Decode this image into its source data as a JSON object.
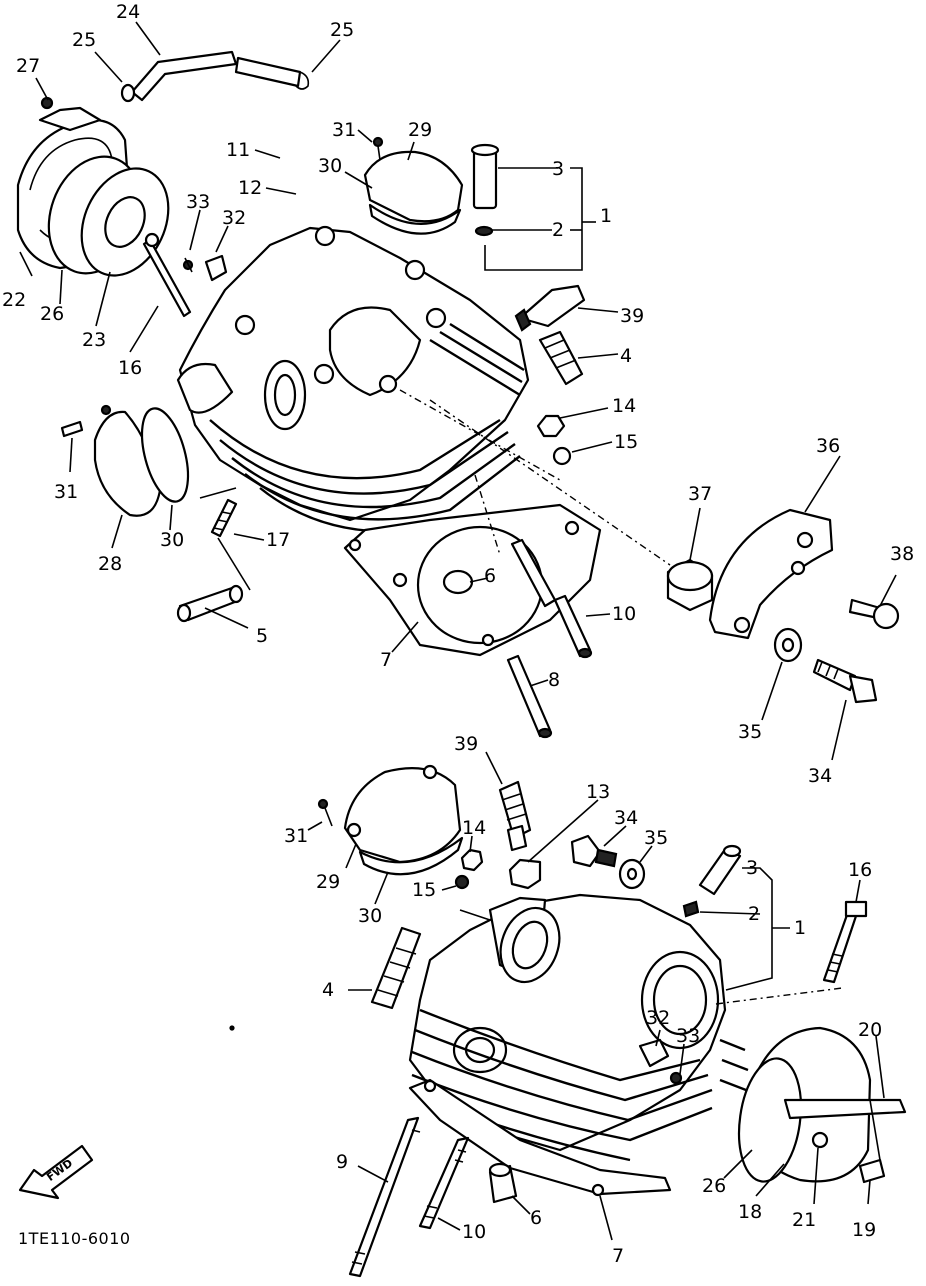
{
  "diagram": {
    "catalog_code": "1TE110-6010",
    "direction_badge": "FWD",
    "callouts_upper": [
      {
        "id": "c24",
        "text": "24"
      },
      {
        "id": "c25a",
        "text": "25"
      },
      {
        "id": "c25b",
        "text": "25"
      },
      {
        "id": "c27",
        "text": "27"
      },
      {
        "id": "c31a",
        "text": "31"
      },
      {
        "id": "c29a",
        "text": "29"
      },
      {
        "id": "c11",
        "text": "11"
      },
      {
        "id": "c30a",
        "text": "30"
      },
      {
        "id": "c3a",
        "text": "3"
      },
      {
        "id": "c12",
        "text": "12"
      },
      {
        "id": "c33a",
        "text": "33"
      },
      {
        "id": "c32a",
        "text": "32"
      },
      {
        "id": "c2a",
        "text": "2"
      },
      {
        "id": "c1a",
        "text": "1"
      },
      {
        "id": "c22",
        "text": "22"
      },
      {
        "id": "c26a",
        "text": "26"
      },
      {
        "id": "c23",
        "text": "23"
      },
      {
        "id": "c39a",
        "text": "39"
      },
      {
        "id": "c16a",
        "text": "16"
      },
      {
        "id": "c4a",
        "text": "4"
      },
      {
        "id": "c14a",
        "text": "14"
      },
      {
        "id": "c15a",
        "text": "15"
      },
      {
        "id": "c36",
        "text": "36"
      },
      {
        "id": "c31b",
        "text": "31"
      },
      {
        "id": "c37",
        "text": "37"
      },
      {
        "id": "c17",
        "text": "17"
      },
      {
        "id": "c28",
        "text": "28"
      },
      {
        "id": "c30b",
        "text": "30"
      },
      {
        "id": "c38",
        "text": "38"
      },
      {
        "id": "c6a",
        "text": "6"
      },
      {
        "id": "c10a",
        "text": "10"
      },
      {
        "id": "c5",
        "text": "5"
      },
      {
        "id": "c7a",
        "text": "7"
      },
      {
        "id": "c8",
        "text": "8"
      },
      {
        "id": "c35a",
        "text": "35"
      },
      {
        "id": "c34a",
        "text": "34"
      }
    ],
    "callouts_lower": [
      {
        "id": "c39b",
        "text": "39"
      },
      {
        "id": "c13",
        "text": "13"
      },
      {
        "id": "c34b",
        "text": "34"
      },
      {
        "id": "c14b",
        "text": "14"
      },
      {
        "id": "c35b",
        "text": "35"
      },
      {
        "id": "c31c",
        "text": "31"
      },
      {
        "id": "c3b",
        "text": "3"
      },
      {
        "id": "c16b",
        "text": "16"
      },
      {
        "id": "c29b",
        "text": "29"
      },
      {
        "id": "c15b",
        "text": "15"
      },
      {
        "id": "c2b",
        "text": "2"
      },
      {
        "id": "c1b",
        "text": "1"
      },
      {
        "id": "c30c",
        "text": "30"
      },
      {
        "id": "c4b",
        "text": "4"
      },
      {
        "id": "c32b",
        "text": "32"
      },
      {
        "id": "c33b",
        "text": "33"
      },
      {
        "id": "c20",
        "text": "20"
      },
      {
        "id": "c9",
        "text": "9"
      },
      {
        "id": "c26b",
        "text": "26"
      },
      {
        "id": "c18",
        "text": "18"
      },
      {
        "id": "c21",
        "text": "21"
      },
      {
        "id": "c19",
        "text": "19"
      },
      {
        "id": "c10b",
        "text": "10"
      },
      {
        "id": "c6b",
        "text": "6"
      },
      {
        "id": "c7b",
        "text": "7"
      }
    ]
  }
}
